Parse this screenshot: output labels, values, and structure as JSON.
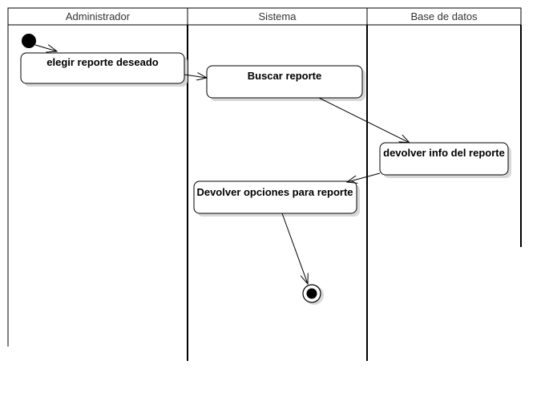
{
  "swimlanes": [
    {
      "id": "admin",
      "label": "Administrador"
    },
    {
      "id": "sistema",
      "label": "Sistema"
    },
    {
      "id": "bd",
      "label": "Base de datos"
    }
  ],
  "activities": [
    {
      "id": "a1",
      "lane": "admin",
      "label": "elegir reporte deseado"
    },
    {
      "id": "a2",
      "lane": "sistema",
      "label": "Buscar reporte"
    },
    {
      "id": "a3",
      "lane": "bd",
      "label": "devolver info del reporte"
    },
    {
      "id": "a4",
      "lane": "sistema",
      "label": "Devolver opciones para reporte"
    }
  ],
  "flow": [
    "initial",
    "a1",
    "a2",
    "a3",
    "a4",
    "final"
  ],
  "colors": {
    "line": "#000000",
    "shadow": "#d8d8d8",
    "node": "#000000"
  }
}
